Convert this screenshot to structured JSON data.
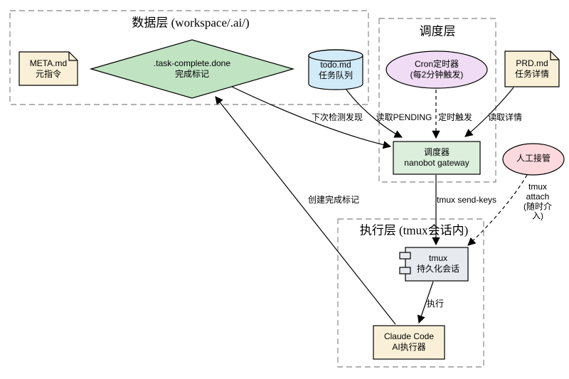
{
  "clusters": [
    {
      "id": "data-layer",
      "title": "数据层 (workspace/.ai/)"
    },
    {
      "id": "sched-layer",
      "title": "调度层"
    },
    {
      "id": "exec-layer",
      "title": "执行层 (tmux会话内)"
    }
  ],
  "nodes": {
    "meta": {
      "label": "META.md\n元指令",
      "shape": "note",
      "fill": "#FAF0D8"
    },
    "flag": {
      "label": ".task-complete.done\n完成标记",
      "shape": "diamond",
      "fill": "#C0E3C2"
    },
    "todo": {
      "label": "todo.md\n任务队列",
      "shape": "cylinder",
      "fill": "#D2EBF8"
    },
    "cron": {
      "label": "Cron定时器\n(每2分钟触发)",
      "shape": "ellipse",
      "fill": "#F0DCF4"
    },
    "prd": {
      "label": "PRD.md\n任务详情",
      "shape": "note",
      "fill": "#FAF0D8"
    },
    "scheduler": {
      "label": "调度器\nnanobot gateway",
      "shape": "rect",
      "fill": "#DCEFDD"
    },
    "human": {
      "label": "人工接管",
      "shape": "ellipse",
      "fill": "#FBD9DD"
    },
    "tmux": {
      "label": "tmux\n持久化会话",
      "shape": "component",
      "fill": "#E7EBF0"
    },
    "claude": {
      "label": "Claude Code\nAI执行器",
      "shape": "rect",
      "fill": "#FAF0D8"
    }
  },
  "edges": [
    {
      "from": "flag",
      "to": "scheduler",
      "label": "下次检测发现",
      "style": "solid"
    },
    {
      "from": "todo",
      "to": "scheduler",
      "label": "读取PENDING",
      "style": "solid"
    },
    {
      "from": "cron",
      "to": "scheduler",
      "label": "定时触发",
      "style": "dashed"
    },
    {
      "from": "prd",
      "to": "scheduler",
      "label": "读取详情",
      "style": "solid"
    },
    {
      "from": "scheduler",
      "to": "tmux",
      "label": "tmux send-keys",
      "style": "solid"
    },
    {
      "from": "human",
      "to": "tmux",
      "label": "tmux attach\n(随时介入)",
      "style": "dashed"
    },
    {
      "from": "tmux",
      "to": "claude",
      "label": "执行",
      "style": "solid"
    },
    {
      "from": "claude",
      "to": "flag",
      "label": "创建完成标记",
      "style": "solid"
    }
  ],
  "colors": {
    "cluster_border": "#999999",
    "edge": "#000000",
    "node_border": "#000000"
  }
}
